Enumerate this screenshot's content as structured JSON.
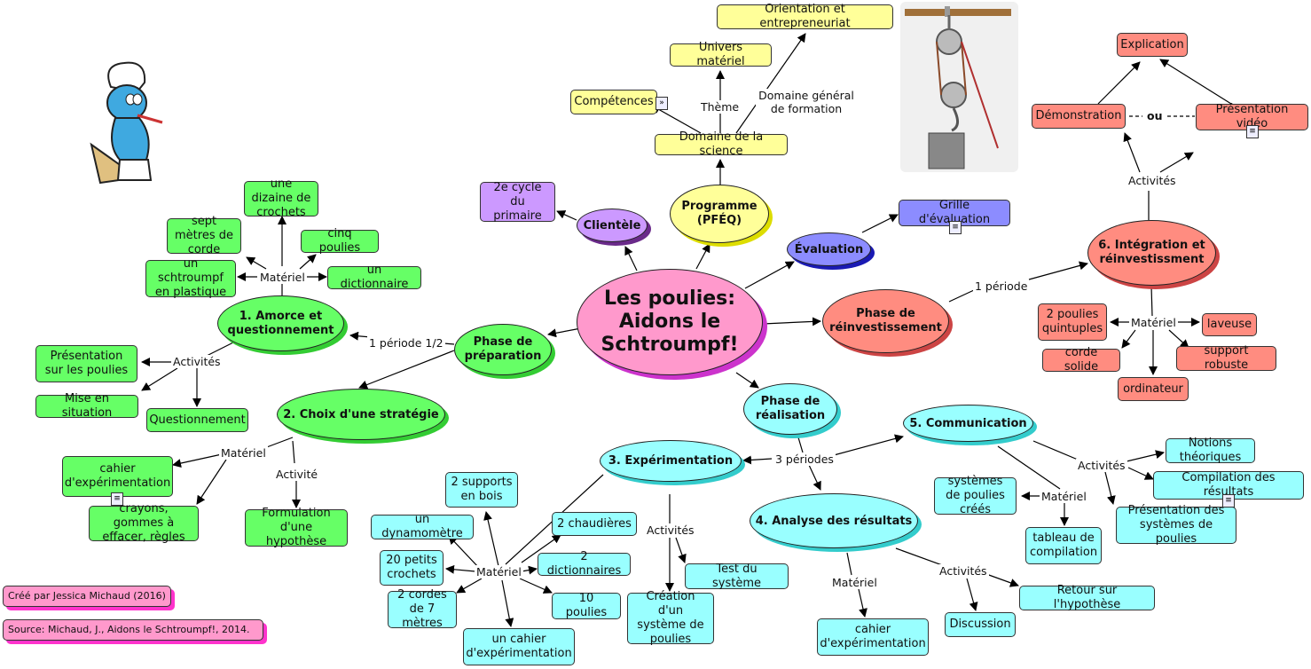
{
  "central": "Les poulies: Aidons le Schtroumpf!",
  "programme": "Programme (PFÉQ)",
  "domaine_science": "Domaine de la science",
  "competences": "Compétences",
  "theme_label": "Thème",
  "univers": "Univers matériel",
  "domaine_general_label": "Domaine général de formation",
  "orientation": "Orientation et entrepreneuriat",
  "clientele": "Clientèle",
  "cycle": "2e cycle du primaire",
  "evaluation": "Évaluation",
  "grille": "Grille d'évaluation",
  "phase_prep": "Phase de préparation",
  "periode_prep": "1 période 1/2",
  "amorce": "1. Amorce et questionnement",
  "materiel_label": "Matériel",
  "activites_label": "Activités",
  "activite_label": "Activité",
  "amorce_materiel": [
    "une dizaine de crochets",
    "sept mètres de corde",
    "cinq poulies",
    "un schtroumpf en plastique",
    "un dictionnaire"
  ],
  "amorce_activites": [
    "Présentation sur les poulies",
    "Mise en situation",
    "Questionnement"
  ],
  "choix": "2. Choix d'une stratégie",
  "choix_materiel": [
    "cahier d'expérimentation",
    "crayons, gommes à effacer, règles"
  ],
  "hypothese": "Formulation d'une hypothèse",
  "phase_real": "Phase de réalisation",
  "periodes_real": "3 périodes",
  "experimentation": "3. Expérimentation",
  "exp_materiel": [
    "2 supports en bois",
    "un dynamomètre",
    "2 chaudières",
    "20 petits crochets",
    "2 dictionnaires",
    "2 cordes de 7 mètres",
    "10 poulies",
    "un cahier d'expérimentation"
  ],
  "exp_activites": [
    "Test du système",
    "Création d'un système de poulies"
  ],
  "analyse": "4. Analyse des résultats",
  "analyse_materiel": "cahier d'expérimentation",
  "analyse_activites": [
    "Retour sur l'hypothèse",
    "Discussion"
  ],
  "communication": "5. Communication",
  "comm_materiel": [
    "systèmes de poulies créés",
    "tableau de compilation"
  ],
  "comm_activites": [
    "Notions théoriques",
    "Compilation des résultats",
    "Présentation des systèmes de poulies"
  ],
  "phase_reinv": "Phase de réinvestissement",
  "periode_reinv": "1 période",
  "integration": "6. Intégration et réinvestissment",
  "integ_materiel": [
    "2 poulies quintuples",
    "laveuse",
    "corde solide",
    "support robuste",
    "ordinateur"
  ],
  "explication": "Explication",
  "demonstration": "Démonstration",
  "ou": "ou",
  "video": "Présentation vidéo",
  "credit": "Créé par Jessica Michaud (2016)",
  "source": "Source: Michaud, J., Aidons le Schtroumpf!, 2014."
}
